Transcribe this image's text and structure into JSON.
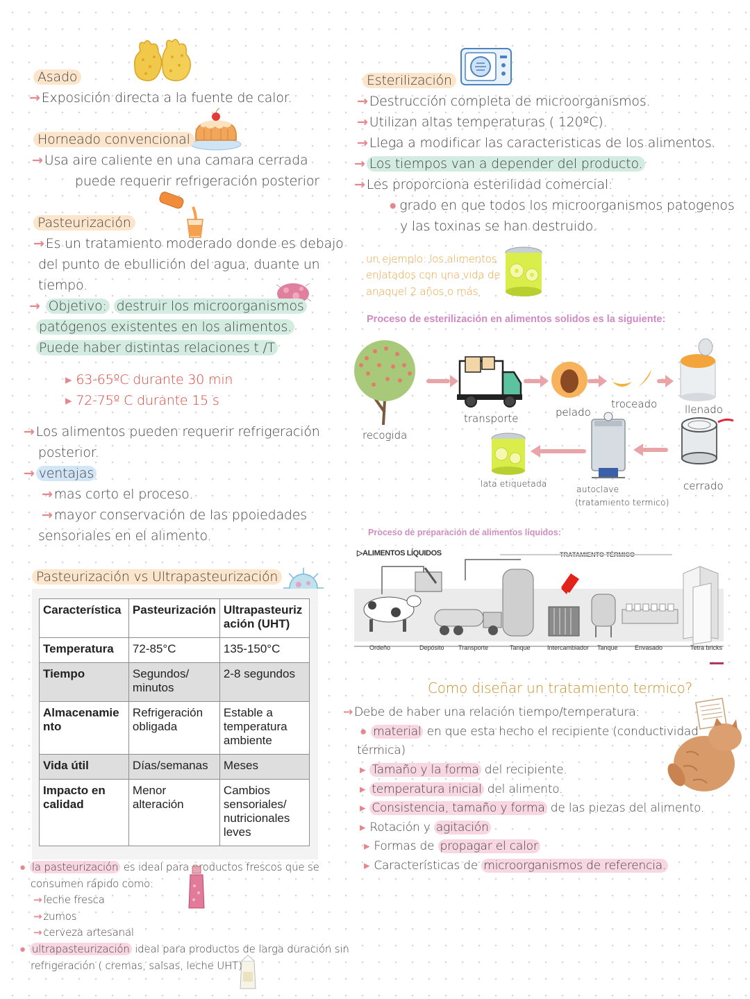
{
  "left": {
    "asado": {
      "title": "Asado",
      "desc": "Exposición directa a la fuente de calor."
    },
    "horneado": {
      "title": "Horneado convencional",
      "line1": "Usa aire caliente en una camara cerrada",
      "line2": "puede requerir refrigeración posterior"
    },
    "pasteurizacion": {
      "title": "Pasteurización",
      "line1": "Es un tratamiento moderado donde es debajo",
      "line2": "del punto de ebullición del agua, duante un",
      "line3": "tiempo.",
      "objetivo_label": "Objetivo:",
      "objetivo_text1": "destruir los microorganismos",
      "objetivo_text2": "patógenos existentes en los alimentos.",
      "objetivo_text3": "Puede haber distintas relaciones t /T",
      "temp1": "63-65ºC  durante 30 min",
      "temp2": "72-75º C durante 15 s",
      "refrig1": "Los alimentos pueden requerir refrigeración",
      "refrig2": "posterior.",
      "ventajas": "ventajas",
      "v1": "mas corto el proceso.",
      "v2": "mayor conservación de las ppoiedades",
      "v3": "sensoriales en el alimento."
    },
    "comparison": {
      "title": "Pasteurización vs Ultrapasteurización",
      "headers": [
        "Característica",
        "Pasteurización",
        "Ultrapasteuriz ación (UHT)"
      ],
      "rows": [
        [
          "Temperatura",
          "72-85°C",
          "135-150°C"
        ],
        [
          "Tiempo",
          "Segundos/ minutos",
          "2-8 segundos"
        ],
        [
          "Almacenamie nto",
          "Refrigeración obligada",
          "Estable a temperatura ambiente"
        ],
        [
          "Vida útil",
          "Días/semanas",
          "Meses"
        ],
        [
          "Impacto en calidad",
          "Menor alteración",
          "Cambios sensoriales/ nutricionales leves"
        ]
      ]
    },
    "notes": {
      "n1_hl": "la pasteurización",
      "n1_rest": "es ideal para productos frescos que se",
      "n1_line2": "consumen rápido como:",
      "items": [
        "leche fresca",
        "zumos",
        "cerveza artesanal"
      ],
      "n2_hl": "ultrapasteurización",
      "n2_rest": "ideal para productos de larga duración sin",
      "n2_line2": "refrigeración ( cremas, salsas, leche UHT)"
    }
  },
  "right": {
    "esterilizacion": {
      "title": "Esterilización",
      "l1": "Destrucción completa de microorganismos.",
      "l2": "Utilizan altas temperaturas ( 120ºC).",
      "l3": "Llega a modificar las caracteristicas de los alimentos.",
      "l4": "Los tiempos van a depender del producto.",
      "l5": "Les proporciona esterilidad comercial:",
      "l6": "grado en que todos los microorganismos patogenos",
      "l7": "y las toxinas se han destruido.",
      "example1": "un ejemplo:  los alimentos",
      "example2": "enlatados con una vida de",
      "example3": "anaquel 2 años o más"
    },
    "solid_process": {
      "title": "Proceso de esterilización en alimentos solidos es la siguiente:",
      "steps": {
        "recogida": "recogida",
        "transporte": "transporte",
        "pelado": "pelado",
        "troceado": "troceado",
        "llenado": "llenado",
        "cerrado": "cerrado",
        "autoclave": "autoclave",
        "autoclave_note": "(tratamiento termico)",
        "lata": "lata etiquetada"
      }
    },
    "liquid_process": {
      "title": "Proceso de preparación de alimentos liquidos:",
      "header_left": "▷ALIMENTOS LÍQUIDOS",
      "header_right": "TRATAMIENTO TÉRMICO",
      "stages": [
        "Ordeño",
        "Depósito",
        "Transporte",
        "Tanque",
        "Intercambiador",
        "Tanque",
        "Envasado",
        "Tetra bricks"
      ]
    },
    "design": {
      "title": "Como diseñar un tratamiento termico?",
      "intro": "Debe de haber una relación tiempo/temperatura:",
      "i1_hl": "material",
      "i1_rest": "en que esta hecho el recipiente (conductividad",
      "i1_line2": "térmica)",
      "i2_hl": "Tamaño y la forma",
      "i2_rest": "del recipiente.",
      "i3_hl": "temperatura inicial",
      "i3_rest": "del alimento.",
      "i4_hl": "Consistencia, tamaño y forma",
      "i4_rest": "de las piezas del alimento.",
      "i5_pre": "Rotación y",
      "i5_hl": "agitación",
      "i6_pre": "Formas de",
      "i6_hl": "propagar el calor",
      "i7_pre": "Características de",
      "i7_hl": "microorganismos de referencia."
    }
  },
  "colors": {
    "highlight_orange": "#fde5cc",
    "highlight_green": "#d3ece2",
    "highlight_pink": "#f8d7e2",
    "arrow_pink": "#e5878e",
    "temperature_red": "#d9453c"
  }
}
